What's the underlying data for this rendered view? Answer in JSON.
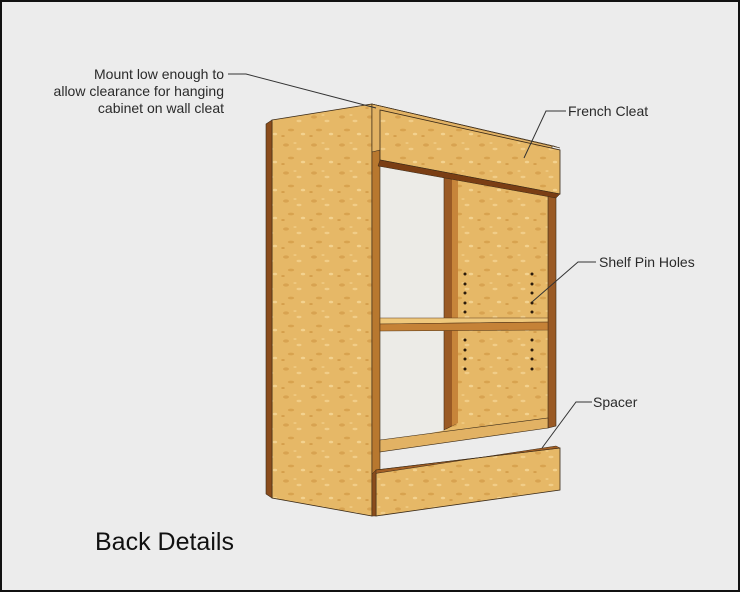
{
  "title": "Back Details",
  "annotations": {
    "mount_note": [
      "Mount low enough to",
      "allow clearance for hanging",
      "cabinet on wall cleat"
    ],
    "french_cleat": "French Cleat",
    "shelf_pin_holes": "Shelf Pin Holes",
    "spacer": "Spacer"
  },
  "colors": {
    "background": "#ececec",
    "panel": "#e6b867",
    "panel_light": "#efc87c",
    "edge_dark": "#8a4c1c",
    "edge_mid": "#b8782f",
    "outline": "#3a2a18"
  }
}
